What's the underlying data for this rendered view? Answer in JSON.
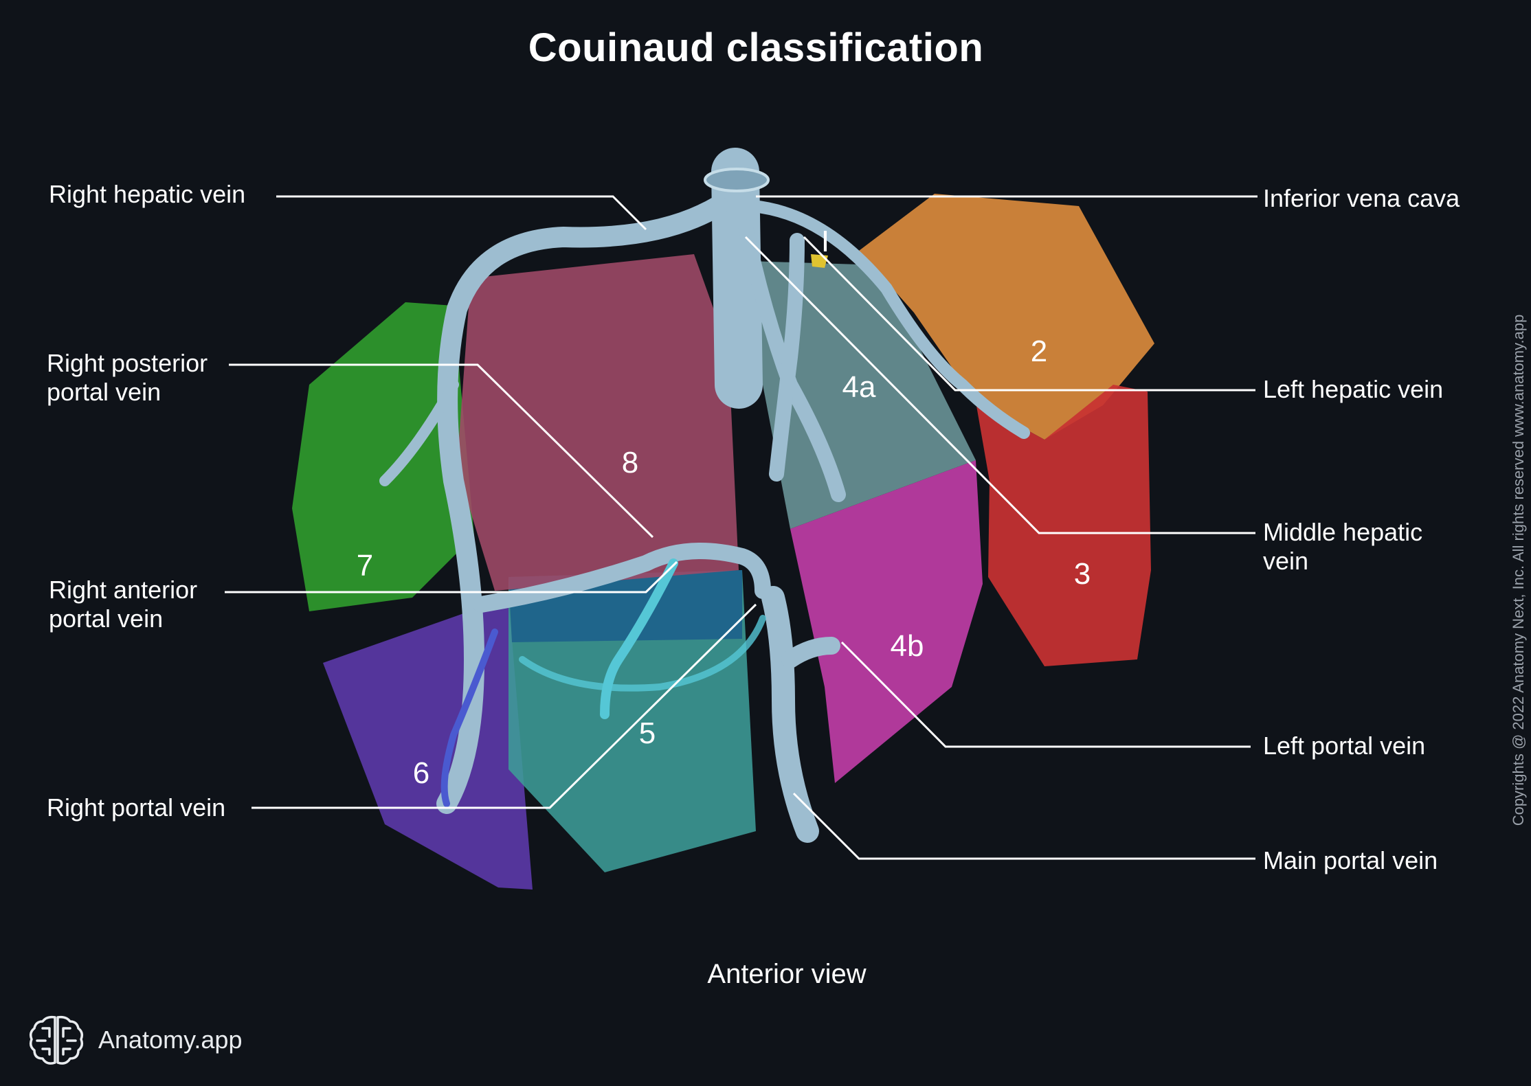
{
  "title": "Couinaud classification",
  "view": "Anterior view",
  "copyright": "Copyrights @ 2022 Anatomy Next, Inc. All rights reserved www.anatomy.app",
  "brand": {
    "name": "Anatomy.app",
    "icon": "brain-logo-icon"
  },
  "segments": {
    "s1": "I",
    "s2": "2",
    "s3": "3",
    "s4a": "4a",
    "s4b": "4b",
    "s5": "5",
    "s6": "6",
    "s7": "7",
    "s8": "8"
  },
  "labels": {
    "right_hepatic_vein": "Right hepatic vein",
    "right_posterior_portal_vein_1": "Right posterior",
    "right_posterior_portal_vein_2": "portal vein",
    "right_anterior_portal_vein_1": "Right anterior",
    "right_anterior_portal_vein_2": "portal vein",
    "right_portal_vein": "Right portal vein",
    "inferior_vena_cava": "Inferior vena cava",
    "left_hepatic_vein": "Left hepatic vein",
    "middle_hepatic_vein_1": "Middle hepatic",
    "middle_hepatic_vein_2": "vein",
    "left_portal_vein": "Left portal vein",
    "main_portal_vein": "Main portal vein"
  },
  "colors": {
    "background": "#0f1319",
    "segment_1": "#e0c330",
    "segment_2": "#d98a3c",
    "segment_3": "#c83232",
    "segment_4a": "#7fb3b5",
    "segment_4b": "#c23ea8",
    "segment_5": "#3e9c97",
    "segment_6": "#5a38a6",
    "segment_7": "#2f9a2c",
    "segment_8": "#a04a68",
    "vessel": "#a9c7d8"
  }
}
